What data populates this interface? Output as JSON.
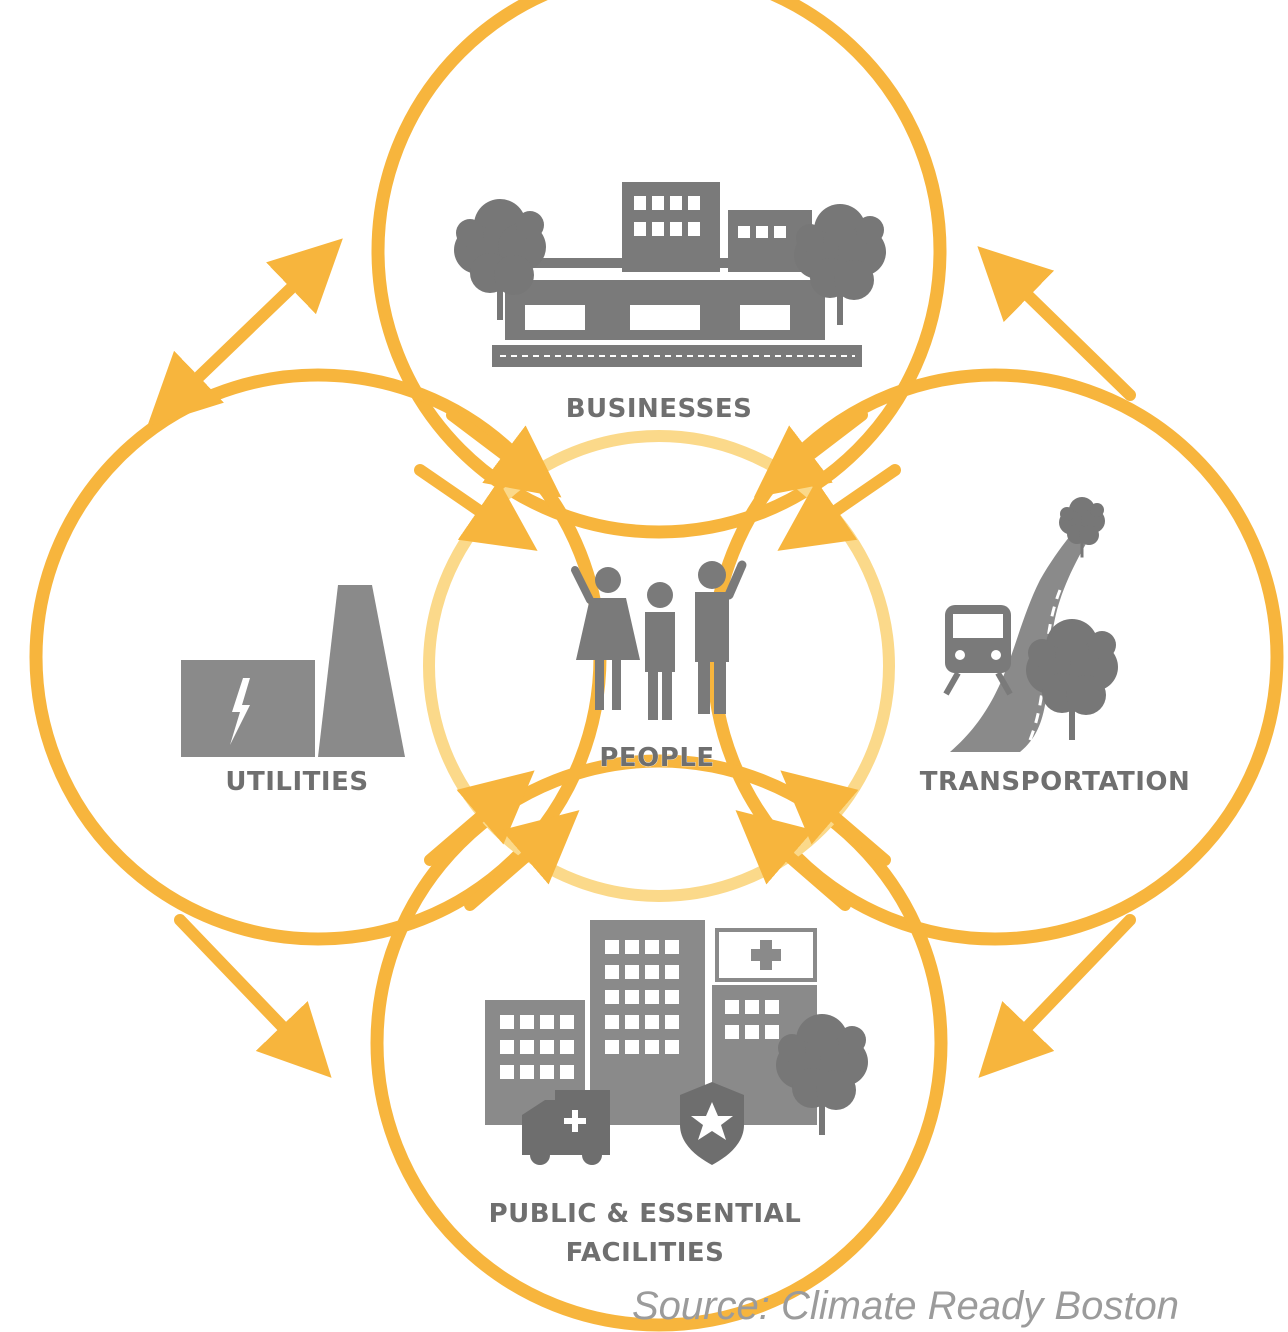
{
  "diagram": {
    "center": {
      "label": "PEOPLE"
    },
    "nodes": {
      "businesses": {
        "label": "BUSINESSES"
      },
      "utilities": {
        "label": "UTILITIES"
      },
      "transportation": {
        "label": "TRANSPORTATION"
      },
      "public": {
        "label_line1": "PUBLIC & ESSENTIAL",
        "label_line2": "FACILITIES"
      }
    },
    "source": "Source: Climate Ready Boston"
  },
  "colors": {
    "ring": "#f7b53d",
    "center_ring": "#fbd98a",
    "icon": "#7a7a7a",
    "label": "#6f6f6f",
    "source": "#9b9b9b"
  },
  "icons": [
    "building-icon",
    "tree-icon",
    "people-icon",
    "power-plant-icon",
    "lightning-icon",
    "train-icon",
    "road-icon",
    "hospital-icon",
    "ambulance-icon",
    "police-badge-icon"
  ]
}
